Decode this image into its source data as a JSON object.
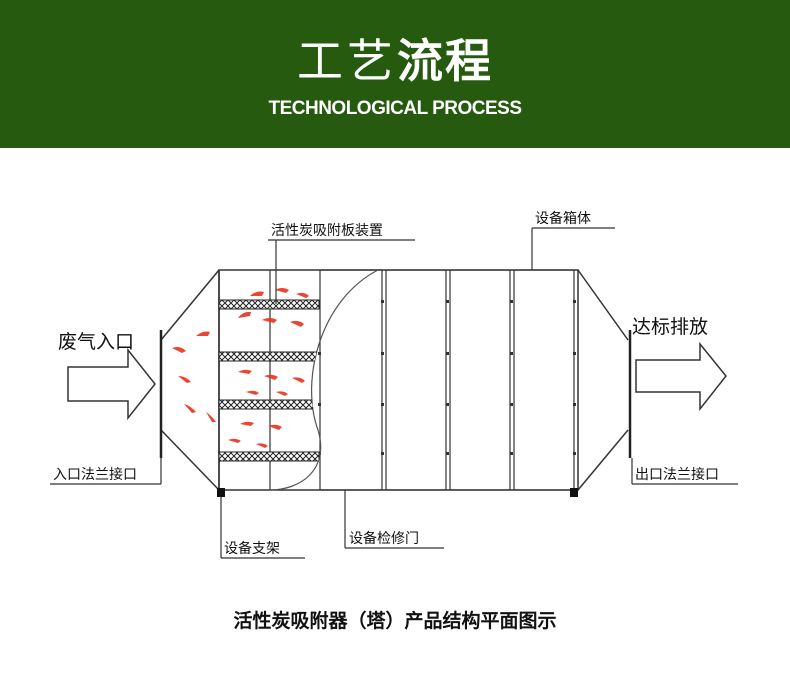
{
  "banner": {
    "title_light": "工艺",
    "title_bold": "流程",
    "subtitle": "TECHNOLOGICAL PROCESS",
    "bg_color": "#255a0f"
  },
  "diagram": {
    "labels": {
      "adsorption_plate_device": "活性炭吸附板装置",
      "equipment_box": "设备箱体",
      "exhaust_inlet": "废气入口",
      "discharge_standard": "达标排放",
      "inlet_flange": "入口法兰接口",
      "outlet_flange": "出口法兰接口",
      "equipment_support": "设备支架",
      "maintenance_door": "设备检修门"
    },
    "airflow_color": "#e8321e"
  },
  "caption": "活性炭吸附器（塔）产品结构平面图示"
}
